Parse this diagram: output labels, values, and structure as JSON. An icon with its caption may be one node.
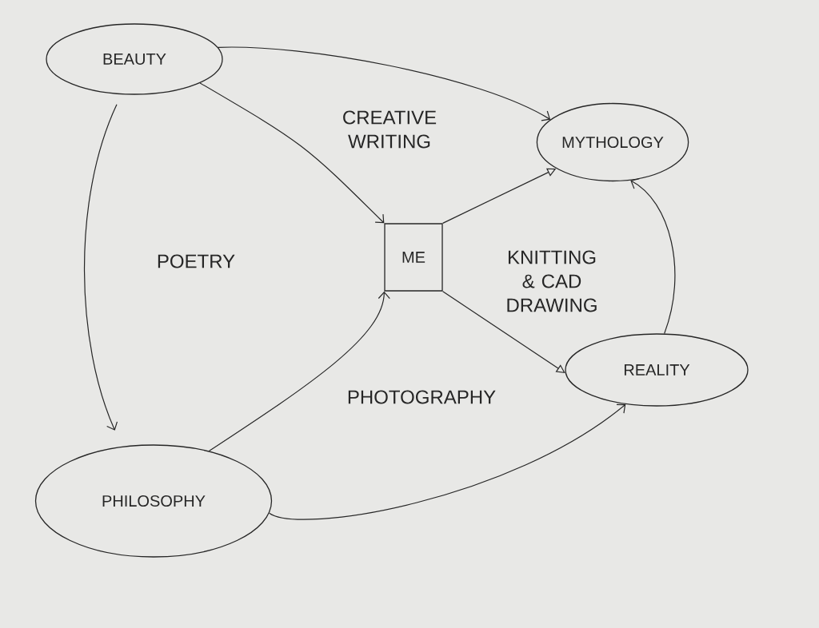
{
  "diagram": {
    "nodes": [
      {
        "text": [
          "BEAUTY"
        ]
      },
      {
        "text": [
          "MYTHOLOGY"
        ]
      },
      {
        "text": [
          "ME"
        ]
      },
      {
        "text": [
          "REALITY"
        ]
      },
      {
        "text": [
          "PHILOSOPHY"
        ]
      }
    ],
    "edges": [
      {
        "from": 0,
        "to": 1,
        "arrow": "to"
      },
      {
        "from": 0,
        "to": 4,
        "arrow": "to"
      },
      {
        "from": 0,
        "to": 2,
        "arrow": "to"
      },
      {
        "from": 2,
        "to": 1,
        "arrow": "to"
      },
      {
        "from": 2,
        "to": 3,
        "arrow": "to"
      },
      {
        "from": 4,
        "to": 2,
        "arrow": "to"
      },
      {
        "from": 3,
        "to": 1,
        "arrow": "to"
      },
      {
        "from": 4,
        "to": 3,
        "arrow": "to"
      }
    ],
    "labels": [
      "CREATIVE WRITING",
      "POETRY",
      "KNITTING & CAD DRAWING",
      "PHOTOGRAPHY"
    ]
  }
}
